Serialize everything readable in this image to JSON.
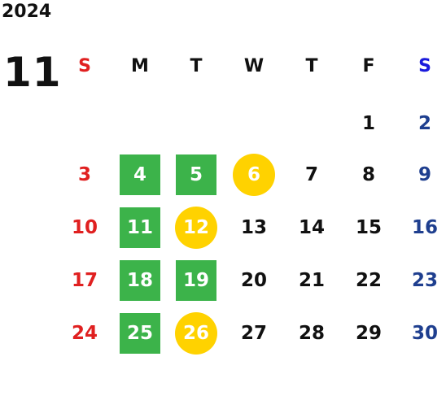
{
  "year": "2024",
  "month": "11",
  "weekdays": [
    "S",
    "M",
    "T",
    "W",
    "T",
    "F",
    "S"
  ],
  "weeks": [
    [
      "",
      "",
      "",
      "",
      "",
      "1",
      "2"
    ],
    [
      "3",
      "4",
      "5",
      "6",
      "7",
      "8",
      "9"
    ],
    [
      "10",
      "11",
      "12",
      "13",
      "14",
      "15",
      "16"
    ],
    [
      "17",
      "18",
      "19",
      "20",
      "21",
      "22",
      "23"
    ],
    [
      "24",
      "25",
      "26",
      "27",
      "28",
      "29",
      "30"
    ]
  ],
  "highlights": {
    "green_square_days": [
      "4",
      "5",
      "11",
      "18",
      "19",
      "25"
    ],
    "yellow_circle_days": [
      "6",
      "12",
      "26"
    ]
  },
  "colors": {
    "sunday": "#e02020",
    "saturday_header": "#1a1adc",
    "saturday": "#1f3f8f",
    "weekday": "#111111",
    "green_marker": "#3cb34a",
    "yellow_marker": "#ffd200"
  }
}
